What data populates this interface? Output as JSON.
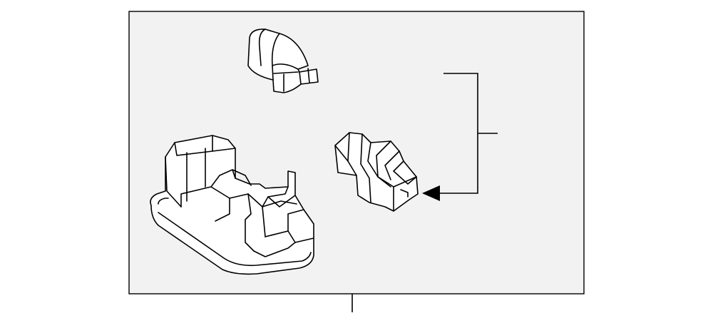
{
  "diagram": {
    "kind": "exploded parts diagram",
    "parts": [
      {
        "id": "bulb",
        "icon": "bulb-icon"
      },
      {
        "id": "socket",
        "icon": "socket-icon"
      },
      {
        "id": "lamp-housing",
        "icon": "lamp-housing-icon"
      }
    ],
    "callouts": [
      {
        "id": "bracket-callout"
      },
      {
        "id": "assembly-callout"
      }
    ]
  },
  "colors": {
    "panel_fill": "#f2f2f2",
    "line": "#000000",
    "background": "#ffffff"
  }
}
